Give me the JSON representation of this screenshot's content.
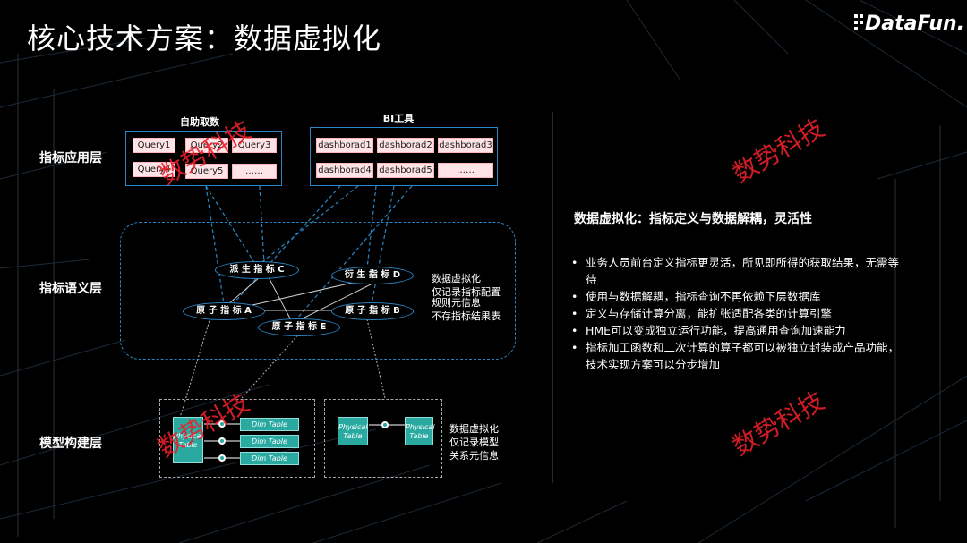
{
  "title": "核心技术方案：数据虚拟化",
  "logo": "DataFun.",
  "layers": {
    "application": "指标应用层",
    "semantic": "指标语义层",
    "model": "模型构建层"
  },
  "self_service": {
    "title": "自助取数",
    "queries": [
      "Query1",
      "Query2",
      "Query3",
      "Query4",
      "Query5",
      "……"
    ]
  },
  "bi_tools": {
    "title": "BI工具",
    "dashboards": [
      "dashborad1",
      "dashborad2",
      "dashborad3",
      "dashborad4",
      "dashborad5",
      "……"
    ]
  },
  "semantic_nodes": {
    "derived_c": "派 生 指 标 C",
    "derived_d": "衍 生 指 标 D",
    "atomic_a": "原 子 指 标 A",
    "atomic_b": "原 子 指 标 B",
    "atomic_e": "原 子 指 标 E"
  },
  "semantic_note": [
    "数据虚拟化",
    "仅记录指标配置",
    "规则元信息",
    "不存指标结果表"
  ],
  "model_left": {
    "physical": "Physical Table",
    "dims": [
      "Dim Table",
      "Dim Table",
      "Dim Table"
    ]
  },
  "model_right": {
    "physical_a": "Physical Table",
    "physical_b": "Physical Table"
  },
  "model_note": [
    "数据虚拟化",
    "仅记录模型",
    "关系元信息"
  ],
  "right_panel": {
    "heading": "数据虚拟化：指标定义与数据解耦，灵活性",
    "bullet_char": "•",
    "bullets": [
      "业务人员前台定义指标更灵活，所见即所得的获取结果，无需等待",
      "使用与数据解耦，指标查询不再依赖下层数据库",
      "定义与存储计算分离，能扩张适配各类的计算引擎",
      "HME可以变成独立运行功能，提高通用查询加速能力",
      "指标加工函数和二次计算的算子都可以被独立封装成产品功能，技术实现方案可以分步增加"
    ]
  },
  "watermark": "数势科技",
  "colors": {
    "background": "#000000",
    "panel_border": "#2b86c5",
    "chip_fill": "#ffe3e6",
    "teal": "#2aa9a1",
    "watermark": "#e8202a"
  }
}
